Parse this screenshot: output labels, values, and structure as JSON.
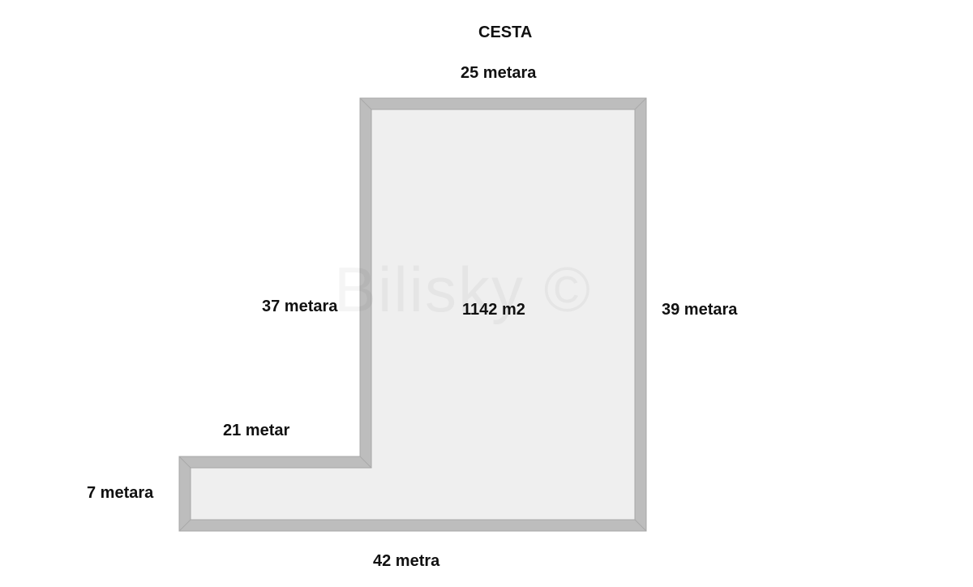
{
  "road_label": "CESTA",
  "area_label": "1142 m2",
  "dimensions": {
    "top": "25 metara",
    "right": "39 metara",
    "left_upper": "37 metara",
    "step": "21 metar",
    "left_lower": "7 metara",
    "bottom": "42 metra"
  },
  "watermark": "Bilisky ©",
  "colors": {
    "fill": "#efefef",
    "border": "#bdbdbd",
    "border_dark": "#a8a8a8",
    "text": "#111111"
  }
}
